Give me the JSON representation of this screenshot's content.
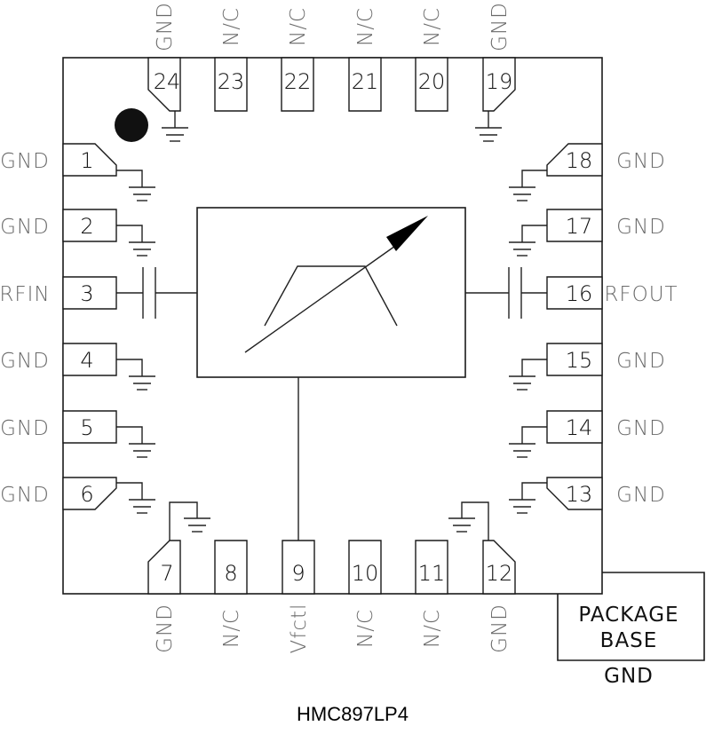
{
  "diagram": {
    "title": "HMC897LP4",
    "center_block": "tunable-filter",
    "package_base": {
      "line1": "PACKAGE",
      "line2": "BASE",
      "label": "GND"
    },
    "pins": [
      {
        "num": "1",
        "label": "GND",
        "side": "left",
        "grounded": true
      },
      {
        "num": "2",
        "label": "GND",
        "side": "left",
        "grounded": true
      },
      {
        "num": "3",
        "label": "RFIN",
        "side": "left",
        "grounded": false
      },
      {
        "num": "4",
        "label": "GND",
        "side": "left",
        "grounded": true
      },
      {
        "num": "5",
        "label": "GND",
        "side": "left",
        "grounded": true
      },
      {
        "num": "6",
        "label": "GND",
        "side": "left",
        "grounded": true
      },
      {
        "num": "7",
        "label": "GND",
        "side": "bottom",
        "grounded": true
      },
      {
        "num": "8",
        "label": "N/C",
        "side": "bottom",
        "grounded": false
      },
      {
        "num": "9",
        "label": "Vfctl",
        "side": "bottom",
        "grounded": false
      },
      {
        "num": "10",
        "label": "N/C",
        "side": "bottom",
        "grounded": false
      },
      {
        "num": "11",
        "label": "N/C",
        "side": "bottom",
        "grounded": false
      },
      {
        "num": "12",
        "label": "GND",
        "side": "bottom",
        "grounded": true
      },
      {
        "num": "13",
        "label": "GND",
        "side": "right",
        "grounded": true
      },
      {
        "num": "14",
        "label": "GND",
        "side": "right",
        "grounded": true
      },
      {
        "num": "15",
        "label": "GND",
        "side": "right",
        "grounded": true
      },
      {
        "num": "16",
        "label": "RFOUT",
        "side": "right",
        "grounded": false
      },
      {
        "num": "17",
        "label": "GND",
        "side": "right",
        "grounded": true
      },
      {
        "num": "18",
        "label": "GND",
        "side": "right",
        "grounded": true
      },
      {
        "num": "19",
        "label": "GND",
        "side": "top",
        "grounded": true
      },
      {
        "num": "20",
        "label": "N/C",
        "side": "top",
        "grounded": false
      },
      {
        "num": "21",
        "label": "N/C",
        "side": "top",
        "grounded": false
      },
      {
        "num": "22",
        "label": "N/C",
        "side": "top",
        "grounded": false
      },
      {
        "num": "23",
        "label": "N/C",
        "side": "top",
        "grounded": false
      },
      {
        "num": "24",
        "label": "GND",
        "side": "top",
        "grounded": true
      }
    ]
  }
}
